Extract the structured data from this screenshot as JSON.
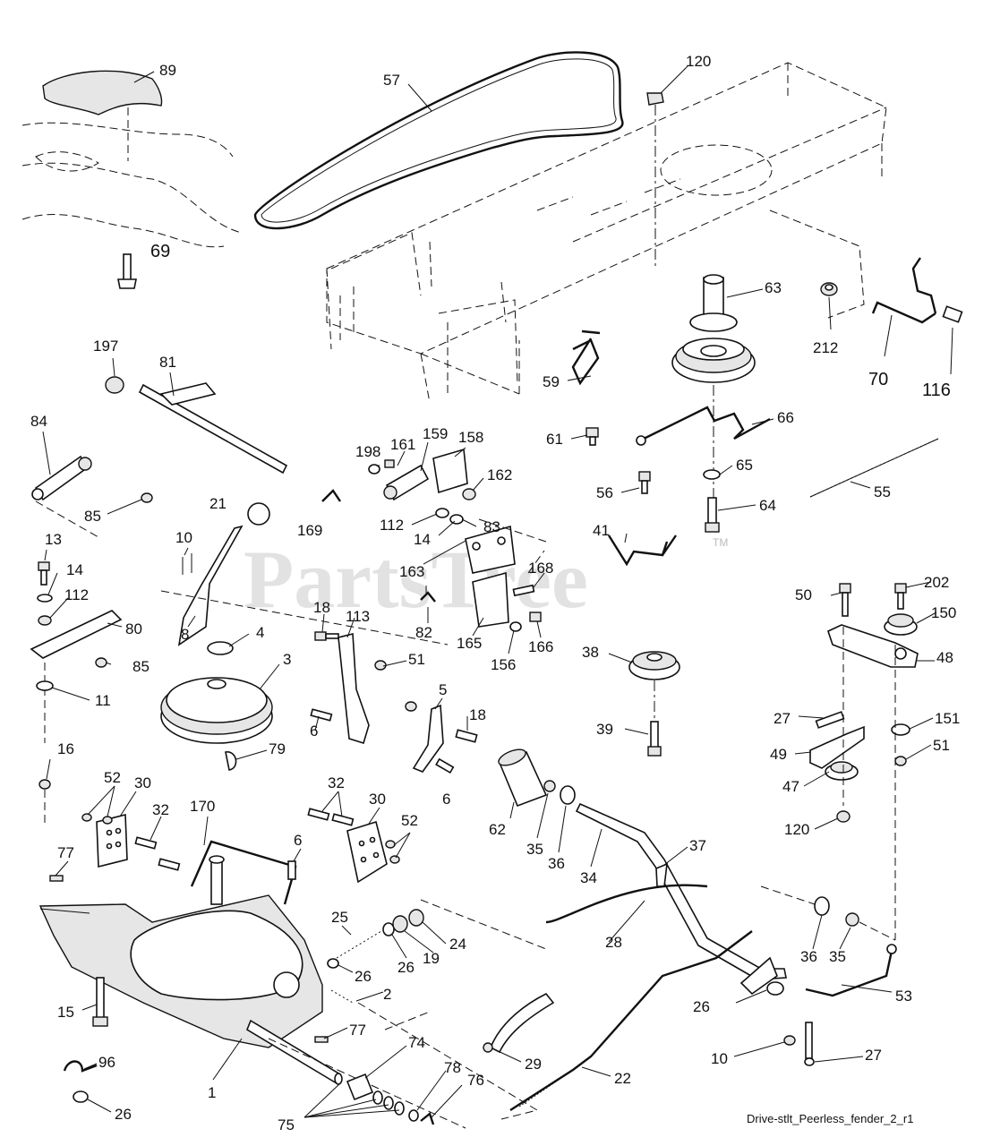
{
  "diagram": {
    "caption": "Drive-stlt_Peerless_fender_2_r1",
    "watermark": "PartsTree",
    "watermark_tm": "TM",
    "callouts": [
      {
        "label": "89"
      },
      {
        "label": "57"
      },
      {
        "label": "120"
      },
      {
        "label": "69"
      },
      {
        "label": "63"
      },
      {
        "label": "212"
      },
      {
        "label": "70"
      },
      {
        "label": "116"
      },
      {
        "label": "197"
      },
      {
        "label": "81"
      },
      {
        "label": "84"
      },
      {
        "label": "85"
      },
      {
        "label": "59"
      },
      {
        "label": "66"
      },
      {
        "label": "61"
      },
      {
        "label": "198"
      },
      {
        "label": "161"
      },
      {
        "label": "159"
      },
      {
        "label": "158"
      },
      {
        "label": "162"
      },
      {
        "label": "65"
      },
      {
        "label": "56"
      },
      {
        "label": "55"
      },
      {
        "label": "64"
      },
      {
        "label": "21"
      },
      {
        "label": "169"
      },
      {
        "label": "112"
      },
      {
        "label": "14"
      },
      {
        "label": "83"
      },
      {
        "label": "41"
      },
      {
        "label": "13"
      },
      {
        "label": "10"
      },
      {
        "label": "14"
      },
      {
        "label": "163"
      },
      {
        "label": "168"
      },
      {
        "label": "50"
      },
      {
        "label": "202"
      },
      {
        "label": "112"
      },
      {
        "label": "150"
      },
      {
        "label": "80"
      },
      {
        "label": "18"
      },
      {
        "label": "113"
      },
      {
        "label": "8"
      },
      {
        "label": "82"
      },
      {
        "label": "165"
      },
      {
        "label": "156"
      },
      {
        "label": "166"
      },
      {
        "label": "4"
      },
      {
        "label": "85"
      },
      {
        "label": "38"
      },
      {
        "label": "48"
      },
      {
        "label": "51"
      },
      {
        "label": "3"
      },
      {
        "label": "11"
      },
      {
        "label": "5"
      },
      {
        "label": "18"
      },
      {
        "label": "6"
      },
      {
        "label": "27"
      },
      {
        "label": "151"
      },
      {
        "label": "51"
      },
      {
        "label": "39"
      },
      {
        "label": "16"
      },
      {
        "label": "79"
      },
      {
        "label": "49"
      },
      {
        "label": "6"
      },
      {
        "label": "52"
      },
      {
        "label": "30"
      },
      {
        "label": "47"
      },
      {
        "label": "32"
      },
      {
        "label": "30"
      },
      {
        "label": "32"
      },
      {
        "label": "62"
      },
      {
        "label": "35"
      },
      {
        "label": "36"
      },
      {
        "label": "170"
      },
      {
        "label": "52"
      },
      {
        "label": "120"
      },
      {
        "label": "37"
      },
      {
        "label": "77"
      },
      {
        "label": "6"
      },
      {
        "label": "34"
      },
      {
        "label": "25"
      },
      {
        "label": "28"
      },
      {
        "label": "24"
      },
      {
        "label": "26"
      },
      {
        "label": "19"
      },
      {
        "label": "36"
      },
      {
        "label": "35"
      },
      {
        "label": "26"
      },
      {
        "label": "2"
      },
      {
        "label": "15"
      },
      {
        "label": "26"
      },
      {
        "label": "53"
      },
      {
        "label": "77"
      },
      {
        "label": "74"
      },
      {
        "label": "29"
      },
      {
        "label": "10"
      },
      {
        "label": "27"
      },
      {
        "label": "96"
      },
      {
        "label": "78"
      },
      {
        "label": "22"
      },
      {
        "label": "1"
      },
      {
        "label": "76"
      },
      {
        "label": "26"
      },
      {
        "label": "75"
      }
    ]
  }
}
